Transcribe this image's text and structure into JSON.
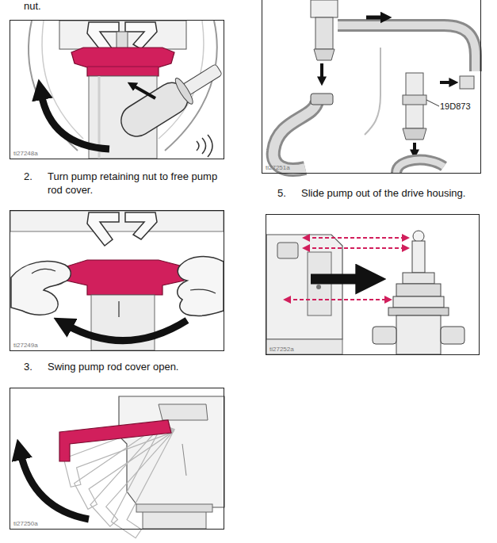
{
  "diagram": {
    "nodes": [
      {
        "text": [
          "ti27248a"
        ]
      },
      {
        "text": [
          "ti27249a"
        ]
      },
      {
        "text": [
          "ti27250a"
        ]
      },
      {
        "text": [
          "ti27251a"
        ]
      },
      {
        "text": [
          "ti27252a"
        ]
      }
    ],
    "labels": [
      "nut.",
      "2.",
      "Turn pump retaining nut to free pump rod cover.",
      "3.",
      "Swing pump rod cover open.",
      "19D873",
      "5.",
      "Slide pump out of the drive housing."
    ]
  }
}
